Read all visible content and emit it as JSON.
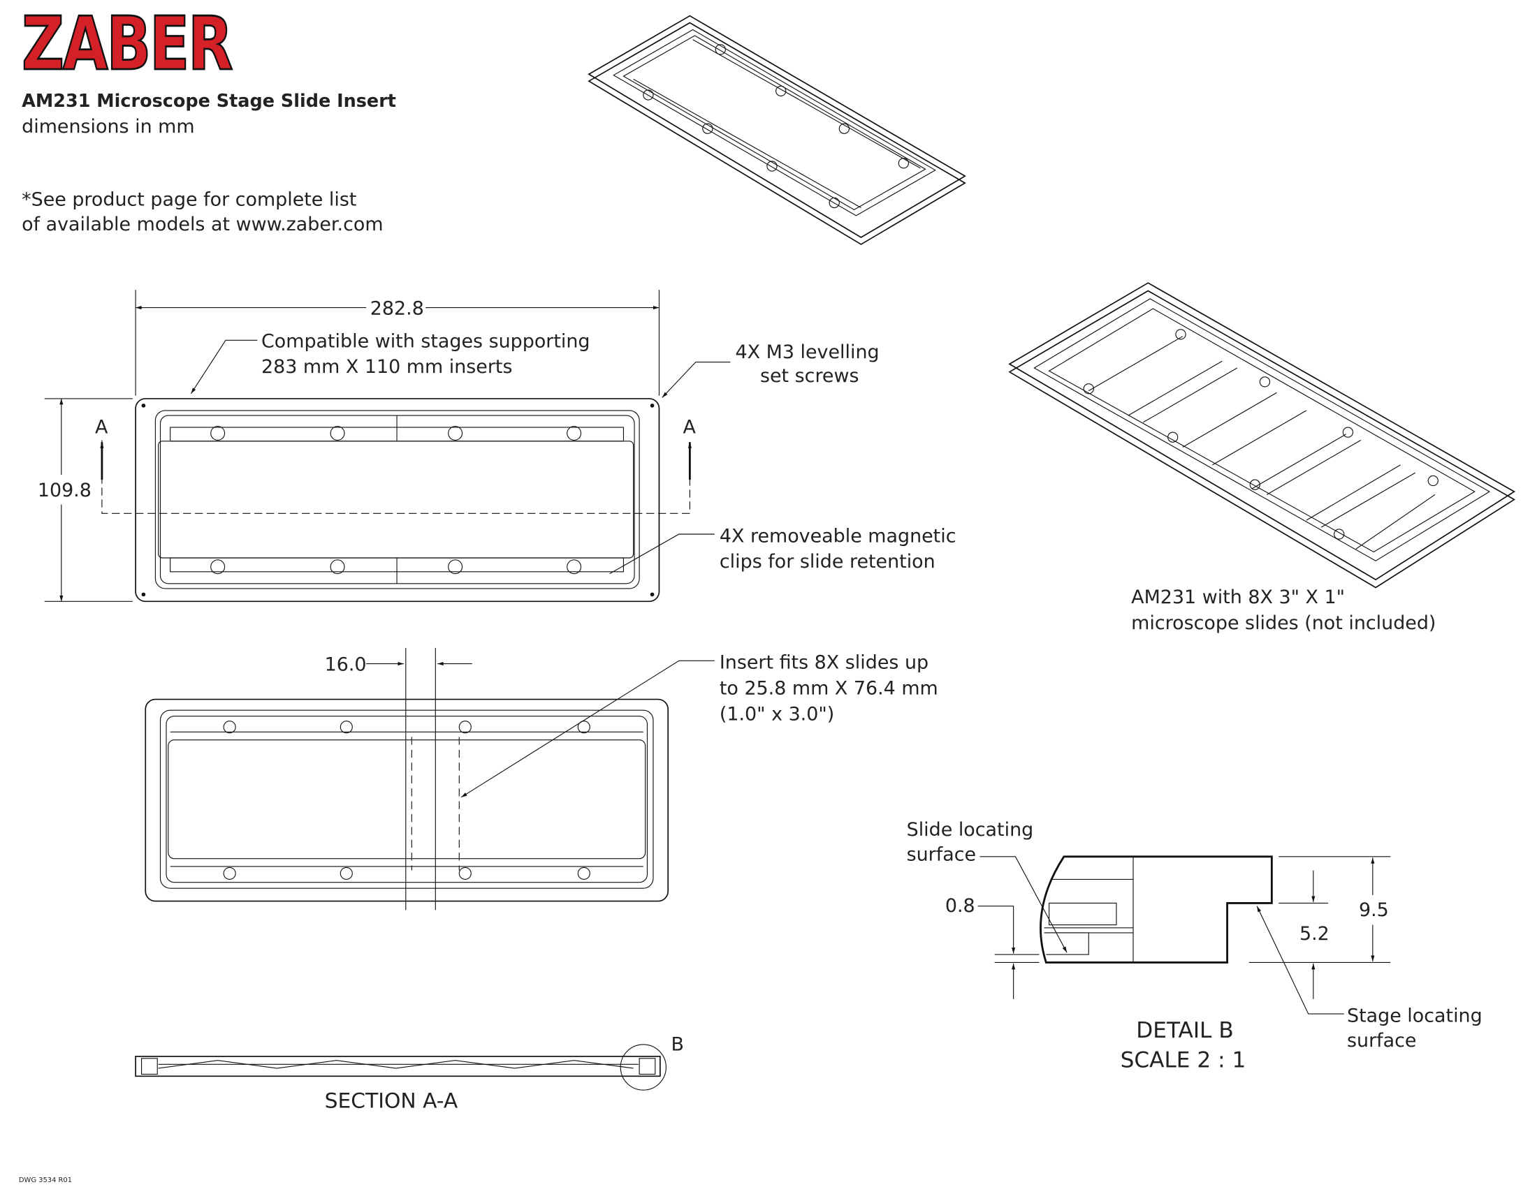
{
  "logo": {
    "text": "ZABER",
    "color": "#d42027"
  },
  "header": {
    "title": "AM231 Microscope Stage Slide Insert",
    "subtitle": "dimensions in mm",
    "note_line1": "*See product page for complete list",
    "note_line2": "of available models at www.zaber.com"
  },
  "top_view": {
    "width_dim": "282.8",
    "height_dim": "109.8",
    "section_marker_left": "A",
    "section_marker_right": "A",
    "callout_compat_1": "Compatible with stages supporting",
    "callout_compat_2": "283 mm X 110 mm inserts",
    "callout_screws_1": "4X M3 levelling",
    "callout_screws_2": "set screws",
    "callout_clips_1": "4X removeable magnetic",
    "callout_clips_2": "clips for slide retention"
  },
  "slide_view": {
    "gap_dim": "16.0",
    "callout_1": "Insert fits 8X slides up",
    "callout_2": "to 25.8 mm X 76.4 mm",
    "callout_3": "(1.0\" x 3.0\")"
  },
  "section": {
    "label": "SECTION A-A",
    "detail_marker": "B"
  },
  "detail": {
    "slide_surface_1": "Slide locating",
    "slide_surface_2": "surface",
    "dim_small": "0.8",
    "dim_mid": "5.2",
    "dim_total": "9.5",
    "title": "DETAIL B",
    "scale": "SCALE 2 : 1",
    "stage_surface_1": "Stage locating",
    "stage_surface_2": "surface"
  },
  "iso_caption": {
    "line1": "AM231 with 8X 3\" X 1\"",
    "line2": "microscope slides (not included)"
  },
  "footer": {
    "drawing_number": "DWG 3534 R01"
  }
}
